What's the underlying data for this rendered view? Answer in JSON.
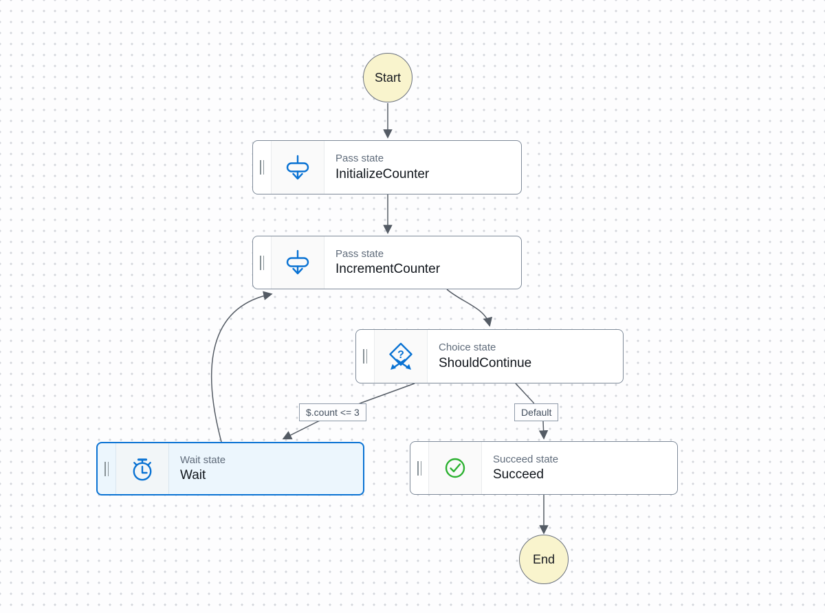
{
  "diagram": {
    "start_label": "Start",
    "end_label": "End",
    "nodes": [
      {
        "type_label": "Pass state",
        "name": "InitializeCounter",
        "icon": "pass-icon",
        "selected": false
      },
      {
        "type_label": "Pass state",
        "name": "IncrementCounter",
        "icon": "pass-icon",
        "selected": false
      },
      {
        "type_label": "Choice state",
        "name": "ShouldContinue",
        "icon": "choice-icon",
        "selected": false
      },
      {
        "type_label": "Wait state",
        "name": "Wait",
        "icon": "wait-icon",
        "selected": true
      },
      {
        "type_label": "Succeed state",
        "name": "Succeed",
        "icon": "succeed-icon",
        "selected": false
      }
    ],
    "edges": [
      {
        "from": "Start",
        "to": "InitializeCounter",
        "label": ""
      },
      {
        "from": "InitializeCounter",
        "to": "IncrementCounter",
        "label": ""
      },
      {
        "from": "IncrementCounter",
        "to": "ShouldContinue",
        "label": ""
      },
      {
        "from": "ShouldContinue",
        "to": "Wait",
        "label": "$.count <= 3"
      },
      {
        "from": "ShouldContinue",
        "to": "Succeed",
        "label": "Default"
      },
      {
        "from": "Wait",
        "to": "IncrementCounter",
        "label": ""
      },
      {
        "from": "Succeed",
        "to": "End",
        "label": ""
      }
    ],
    "edge_labels": [
      {
        "text": "$.count <= 3"
      },
      {
        "text": "Default"
      }
    ],
    "choice_icon_glyph": "?",
    "colors": {
      "accent_blue": "#0972d3",
      "success_green": "#2bb130",
      "edge_gray": "#545b64",
      "node_border": "#7d8998",
      "selected_fill": "#ecf6fd",
      "terminal_fill": "#f9f4cd",
      "canvas_dot": "#d3d6dc"
    }
  }
}
